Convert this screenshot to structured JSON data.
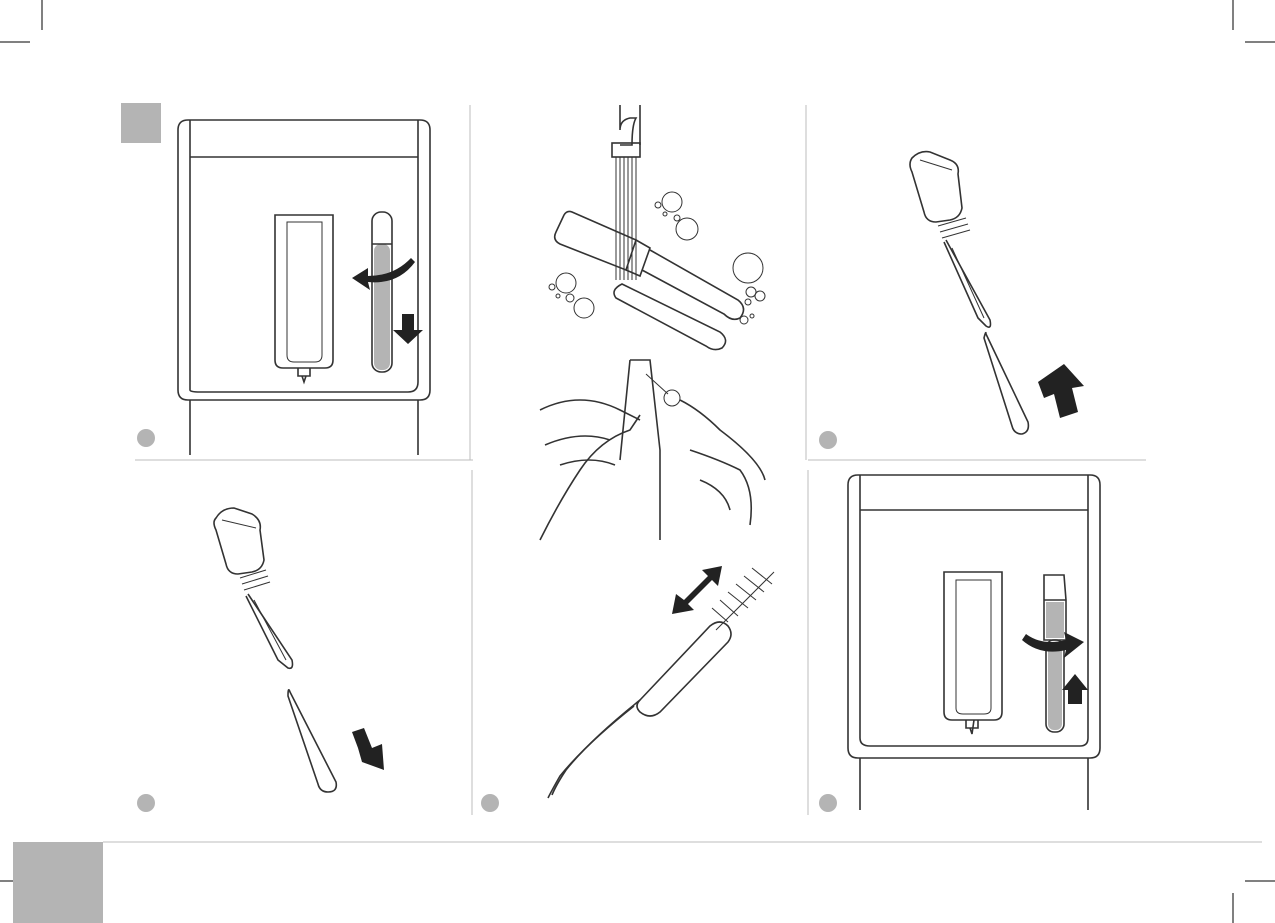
{
  "page": {
    "colors": {
      "line": "#333333",
      "step_marker": "#b4b4b4",
      "arrow": "#222222",
      "divider": "#bdbdbd",
      "corner_block": "#b4b4b4"
    },
    "panels": [
      {
        "id": "panel-1",
        "depicts": "machine-remove-milk-tube",
        "step_marker": "grey-circle"
      },
      {
        "id": "panel-2",
        "depicts": "rinse-and-brush-clean",
        "step_marker": "grey-circle"
      },
      {
        "id": "panel-3",
        "depicts": "reassemble-tube-up",
        "step_marker": "grey-circle"
      },
      {
        "id": "panel-4",
        "depicts": "separate-tube-down",
        "step_marker": "grey-circle"
      },
      {
        "id": "panel-5",
        "depicts": "machine-refit-milk-tube",
        "step_marker": "grey-circle"
      }
    ],
    "icons": [
      "rotate-arrow-icon",
      "down-arrow-icon",
      "up-arrow-icon",
      "double-arrow-icon"
    ]
  }
}
